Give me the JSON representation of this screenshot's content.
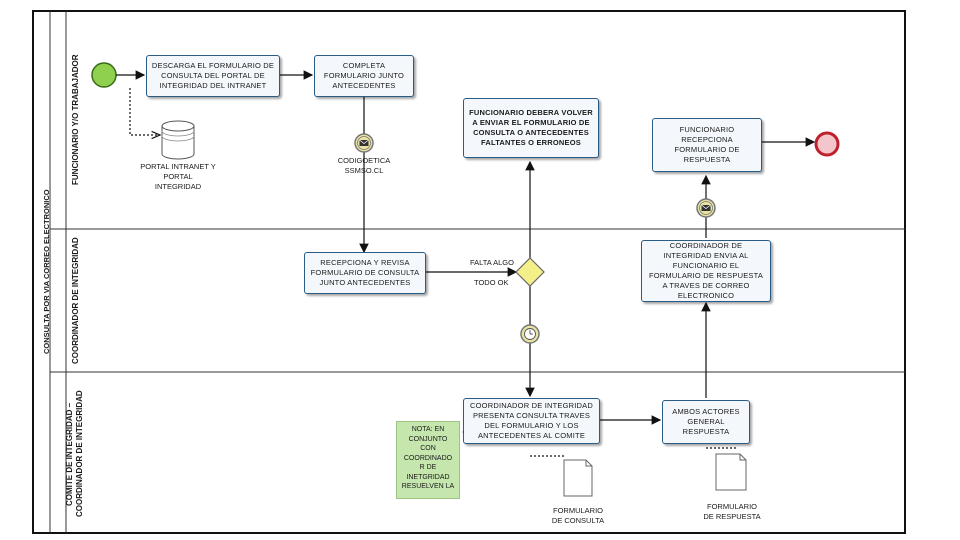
{
  "pool": {
    "title": "CONSULTA POR VIA CORREO ELECTRONICO"
  },
  "lanes": [
    {
      "label": "FUNCIONARIO Y/O TRABAJADOR"
    },
    {
      "label": "COORDINADOR DE INTEGRIDAD"
    },
    {
      "label": "COMITE DE INTEGRIDAD – COORDINADOR DE INTEGRIDAD"
    }
  ],
  "tasks": {
    "descarga": "DESCARGA EL FORMULARIO DE CONSULTA DEL PORTAL DE INTEGRIDAD DEL INTRANET",
    "completa": "COMPLETA FORMULARIO JUNTO ANTECEDENTES",
    "volver": "FUNCIONARIO DEBERA VOLVER A ENVIAR EL FORMULARIO DE CONSULTA O ANTECEDENTES FALTANTES O ERRONEOS",
    "recepciona_respuesta": "FUNCIONARIO RECEPCIONA FORMULARIO DE RESPUESTA",
    "recepciona_revisa": "RECEPCIONA Y REVISA FORMULARIO DE CONSULTA JUNTO ANTECEDENTES",
    "envia": "COORDINADOR DE INTEGRIDAD ENVIA AL FUNCIONARIO EL FORMULARIO DE RESPUESTA A TRAVES DE CORREO ELECTRONICO",
    "presenta": "COORDINADOR DE INTEGRIDAD PRESENTA CONSULTA TRAVES DEL FORMULARIO Y LOS ANTECEDENTES AL COMITE",
    "ambos": "AMBOS ACTORES GENERAL RESPUESTA"
  },
  "data_store": {
    "label": "PORTAL INTRANET Y\nPORTAL\nINTEGRIDAD"
  },
  "message_event": {
    "label": "CODIGOETICA\nSSMSO.CL"
  },
  "gateway": {
    "branch_yes": "FALTA ALGO",
    "branch_no": "TODO OK"
  },
  "note": {
    "text": "NOTA: EN CONJUNTO CON COORDINADO R DE INETGRIDAD RESUELVEN LA"
  },
  "documents": {
    "consulta": "FORMULARIO\nDE CONSULTA",
    "respuesta": "FORMULARIO\nDE RESPUESTA"
  },
  "colors": {
    "start_event": "#8fd14f",
    "end_event": "#e04050",
    "task_border": "#2a5d85",
    "note_fill": "#c5e6ad",
    "gateway_fill": "#f4f089"
  }
}
